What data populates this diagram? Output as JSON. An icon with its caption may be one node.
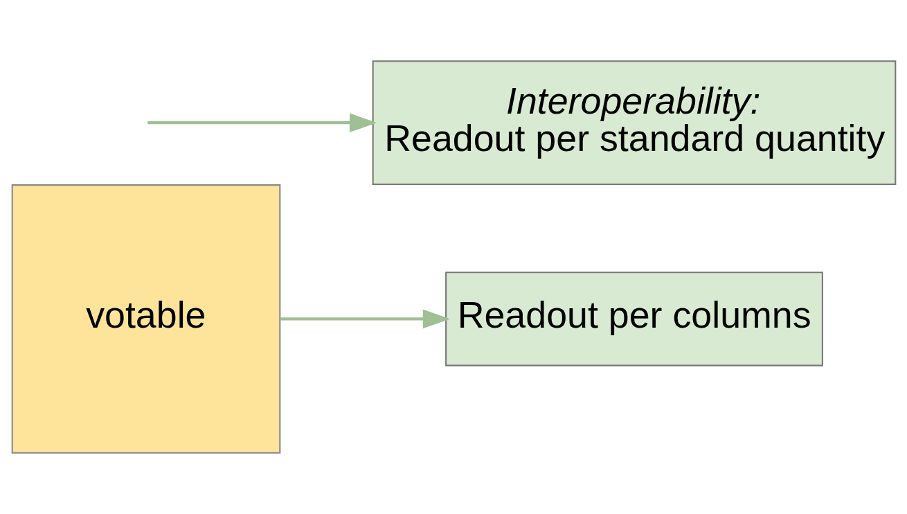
{
  "diagram": {
    "nodes": [
      {
        "text": [
          "votable"
        ]
      },
      {
        "text": [
          "Interoperability:",
          "Readout per standard quantity"
        ]
      },
      {
        "text": [
          "Readout per columns"
        ]
      }
    ],
    "edges": [
      {
        "from": null,
        "to": 1,
        "arrow": "to"
      },
      {
        "from": 0,
        "to": 2,
        "arrow": "to"
      }
    ]
  }
}
